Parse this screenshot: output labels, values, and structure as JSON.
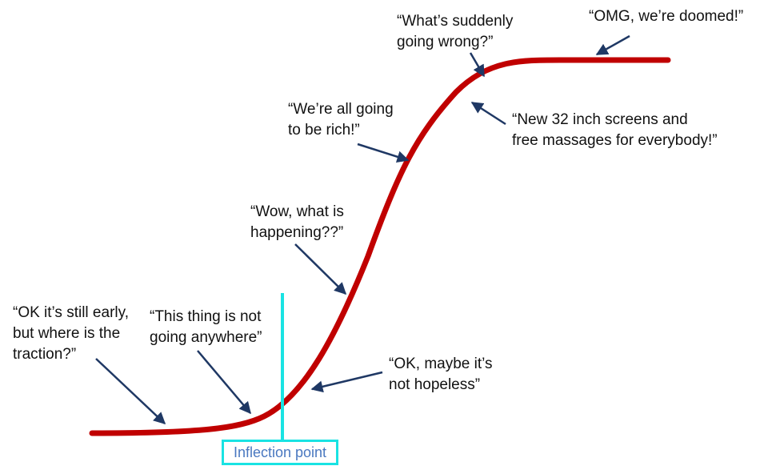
{
  "annotations": [
    {
      "id": "early",
      "lines": [
        "“OK it’s still early,",
        "but where is the",
        "traction?”"
      ]
    },
    {
      "id": "not-going",
      "lines": [
        "“This thing is not",
        "going anywhere”"
      ]
    },
    {
      "id": "not-hopeless",
      "lines": [
        "“OK, maybe it’s",
        "not hopeless”"
      ]
    },
    {
      "id": "wow",
      "lines": [
        "“Wow, what is",
        "happening??”"
      ]
    },
    {
      "id": "rich",
      "lines": [
        "“We’re all going",
        "to be rich!”"
      ]
    },
    {
      "id": "wrong",
      "lines": [
        "“What’s suddenly",
        "going wrong?”"
      ]
    },
    {
      "id": "screens",
      "lines": [
        "“New 32 inch screens and",
        "free massages for everybody!”"
      ]
    },
    {
      "id": "doomed",
      "lines": [
        "“OMG, we’re doomed!”"
      ]
    }
  ],
  "inflection_label": "Inflection point",
  "colors": {
    "curve": "#c00000",
    "arrow": "#1f3864",
    "inflection_line": "#19e3e3",
    "inflection_text": "#4a78c0"
  }
}
